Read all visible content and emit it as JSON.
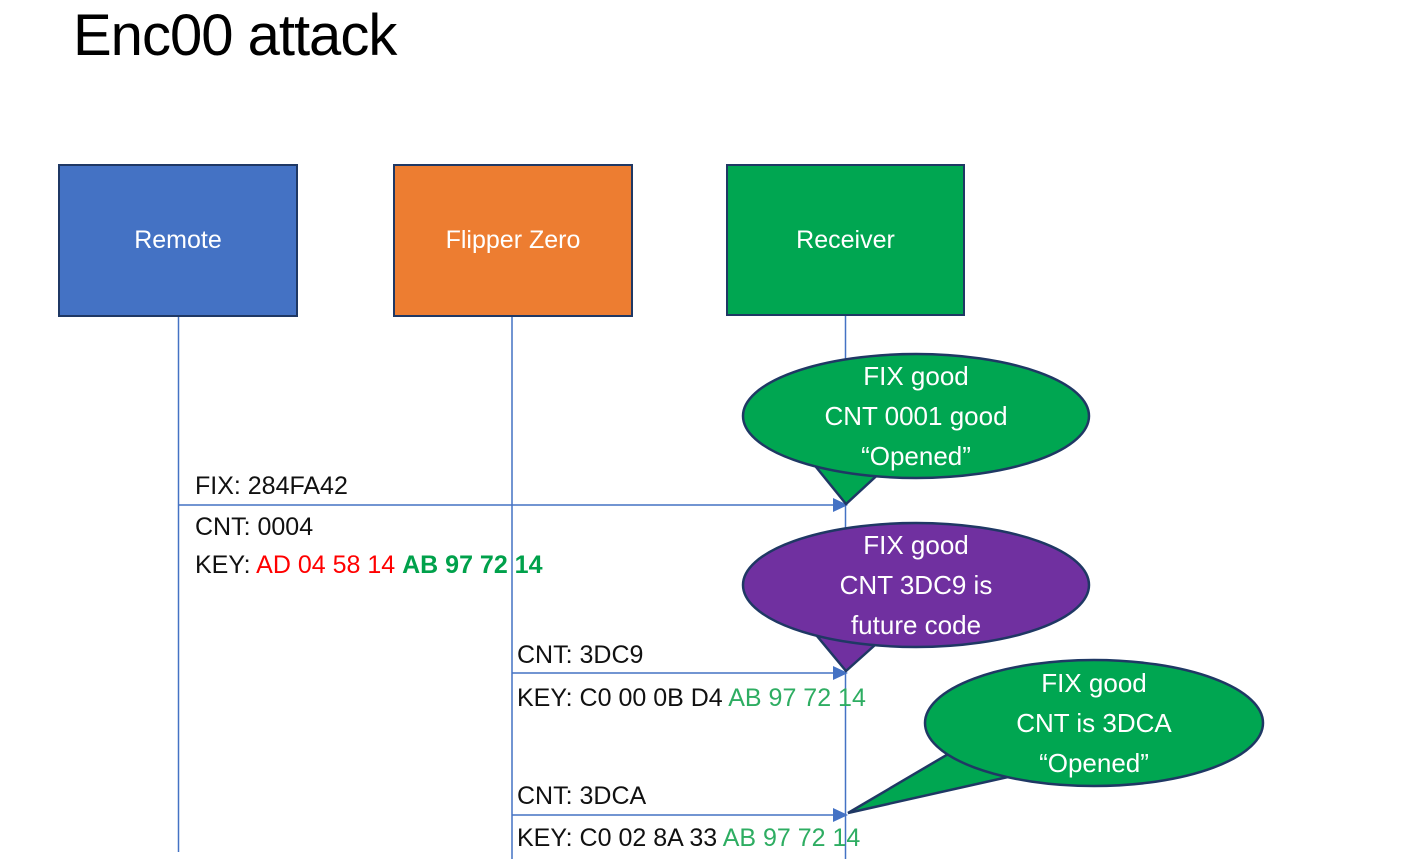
{
  "title": "Enc00 attack",
  "colors": {
    "remote_blue": "#4472C4",
    "flipper_orange": "#ED7D31",
    "receiver_green": "#00A651",
    "bubble_purple": "#7030A0",
    "shape_border_navy": "#1F3864",
    "line_blue": "#4472C4",
    "key_red": "#FF0000",
    "key_green_bold": "#00A14B",
    "key_green": "#2EAD62"
  },
  "actors": [
    {
      "id": "remote",
      "label": "Remote"
    },
    {
      "id": "flipper-zero",
      "label": "Flipper Zero"
    },
    {
      "id": "receiver",
      "label": "Receiver"
    }
  ],
  "messages": [
    {
      "from": "Remote",
      "to": "Receiver",
      "fix": "FIX: 284FA42",
      "cnt": "CNT: 0004",
      "key_prefix": "KEY: ",
      "key_red": "AD 04 58 14 ",
      "key_green": "AB 97 72 14"
    },
    {
      "from": "Flipper Zero",
      "to": "Receiver",
      "cnt": "CNT: 3DC9",
      "key_black": "KEY: C0 00 0B D4 ",
      "key_green": "AB 97 72 14"
    },
    {
      "from": "Flipper Zero",
      "to": "Receiver",
      "cnt": "CNT: 3DCA",
      "key_black": "KEY: C0 02 8A 33 ",
      "key_green": "AB 97 72 14"
    }
  ],
  "bubbles": [
    {
      "color": "#00A651",
      "lines": [
        "FIX good",
        "CNT 0001 good",
        "“Opened”"
      ]
    },
    {
      "color": "#7030A0",
      "lines": [
        "FIX good",
        "CNT 3DC9 is",
        "future code"
      ]
    },
    {
      "color": "#00A651",
      "lines": [
        "FIX good",
        "CNT is 3DCA",
        "“Opened”"
      ]
    }
  ]
}
